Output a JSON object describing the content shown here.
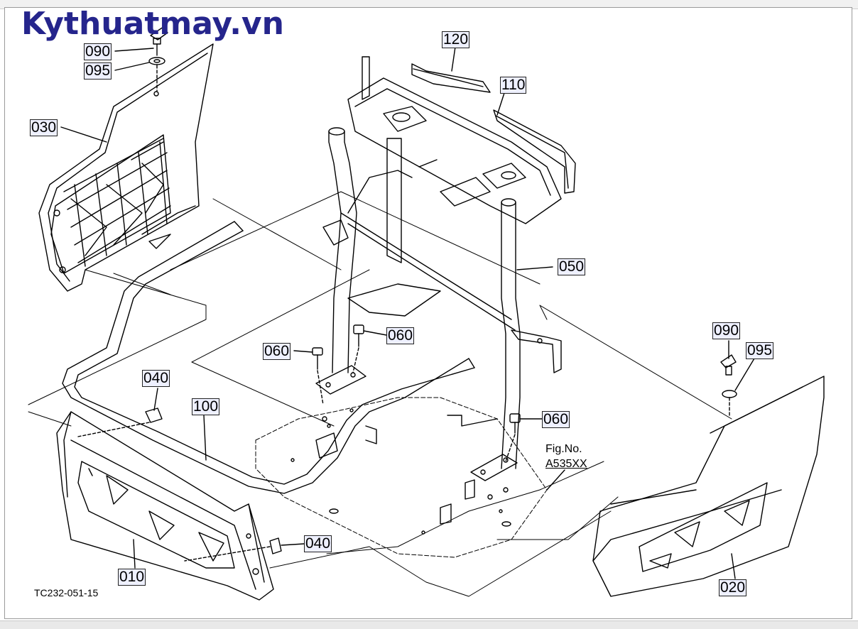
{
  "watermark": "Kythuatmay.vn",
  "parts": {
    "p090_left": "090",
    "p095_left": "095",
    "p030": "030",
    "p120": "120",
    "p110": "110",
    "p050": "050",
    "p060_a": "060",
    "p060_b": "060",
    "p060_c": "060",
    "p040_a": "040",
    "p040_b": "040",
    "p100": "100",
    "p010": "010",
    "p020": "020",
    "p090_right": "090",
    "p095_right": "095"
  },
  "figure_ref": {
    "line1": "Fig.No.",
    "line2": "A535XX"
  },
  "drawing_code": "TC232-051-15"
}
